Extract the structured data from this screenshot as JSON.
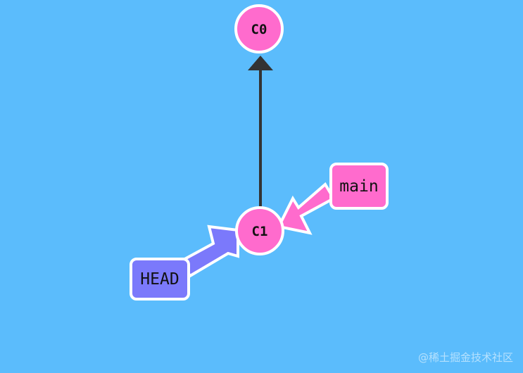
{
  "commits": [
    {
      "id": "c0",
      "label": "C0"
    },
    {
      "id": "c1",
      "label": "C1"
    }
  ],
  "refs": [
    {
      "id": "main",
      "label": "main",
      "points_to": "C1"
    },
    {
      "id": "head",
      "label": "HEAD",
      "points_to": "C1"
    }
  ],
  "colors": {
    "background": "#5bbcfc",
    "commit_fill": "#ff6bcd",
    "branch_fill": "#ff6bcd",
    "head_fill": "#7b79fb",
    "outline": "#ffffff",
    "edge": "#333333"
  },
  "watermark": "@稀土掘金技术社区"
}
